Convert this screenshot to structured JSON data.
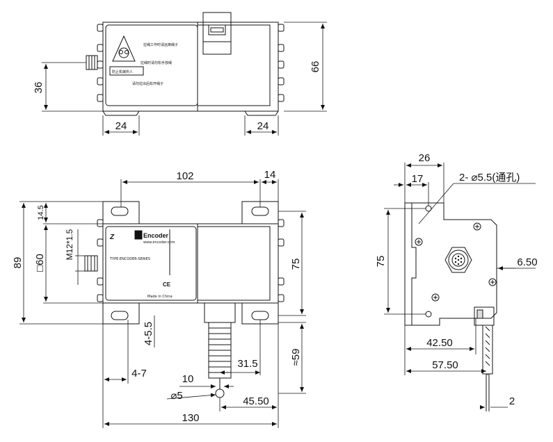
{
  "dimensions": {
    "top_height": "66",
    "top_side_height": "36",
    "top_left_foot": "24",
    "top_right_foot": "24",
    "front_102": "102",
    "front_14": "14",
    "front_89": "89",
    "front_square": "□60",
    "front_m12": "M12*1.5",
    "front_14_5": "14.5",
    "front_75": "75",
    "front_slot": "4-5.5",
    "front_slot_w": "4-7",
    "front_31_5": "31.5",
    "front_cable_hole": "10",
    "front_hole_dia": "⌀5",
    "front_45_5": "45.50",
    "front_130": "130",
    "front_cable_len": "≈59",
    "side_26": "26",
    "side_17": "17",
    "side_holes": "2- ⌀5.5(通孔)",
    "side_75": "75",
    "side_6_5": "6.50",
    "side_42_5": "42.50",
    "side_57_5": "57.50",
    "side_2": "2"
  },
  "label": {
    "brand": "Encoder",
    "url": "www.encoder.com",
    "warning_1": "拉绳工作时请远离绳子",
    "warning_2": "拉绳时请勿松手放绳",
    "warning_3": "防止机械伤人",
    "warning_4": "请勿拉出后松开绳子",
    "made_in": "Made in China",
    "ce": "CE",
    "model": "TYPE:ENCODER-SERIES"
  }
}
